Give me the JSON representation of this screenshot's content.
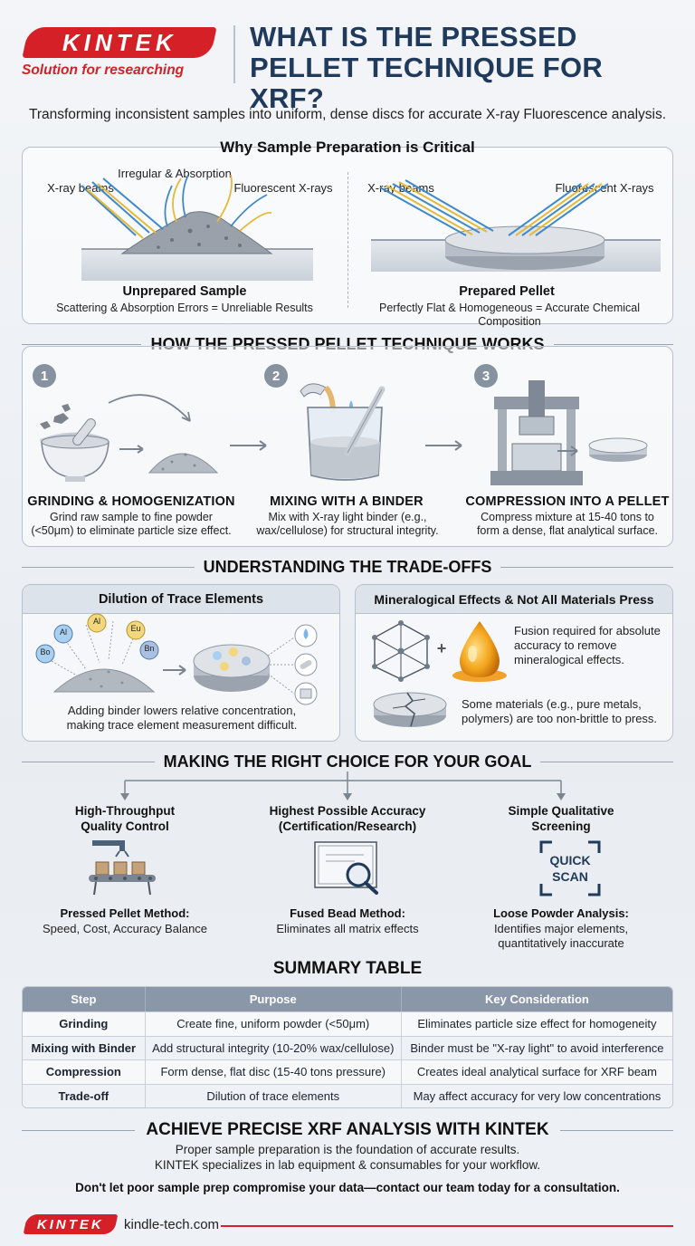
{
  "brand": {
    "logo": "KINTEK",
    "tagline": "Solution for researching",
    "url": "kindle-tech.com",
    "accent": "#d52027",
    "navy": "#1f3a5a"
  },
  "title": "WHAT IS THE PRESSED PELLET TECHNIQUE FOR XRF?",
  "subtitle": "Transforming inconsistent samples into uniform, dense discs for accurate X-ray Fluorescence analysis.",
  "why": {
    "heading": "Why Sample Preparation is Critical",
    "left": {
      "label_beams": "X-ray beams",
      "label_irregular": "Irregular & Absorption",
      "label_fluor": "Fluorescent X-rays",
      "title": "Unprepared Sample",
      "caption": "Scattering & Absorption Errors = Unreliable Results"
    },
    "right": {
      "label_beams": "X-ray beams",
      "label_fluor": "Fluorescent X-rays",
      "title": "Prepared Pellet",
      "caption": "Perfectly Flat & Homogeneous = Accurate Chemical Composition"
    }
  },
  "how": {
    "heading": "HOW THE PRESSED PELLET TECHNIQUE WORKS",
    "steps": [
      {
        "num": "1",
        "title": "GRINDING & HOMOGENIZATION",
        "line1": "Grind raw sample to fine powder",
        "line2": "(<50μm) to eliminate particle size effect."
      },
      {
        "num": "2",
        "title": "MIXING WITH A BINDER",
        "line1": "Mix with X-ray light binder (e.g.,",
        "line2": "wax/cellulose) for structural integrity."
      },
      {
        "num": "3",
        "title": "COMPRESSION INTO A PELLET",
        "line1": "Compress mixture at 15-40 tons to",
        "line2": "form a dense, flat analytical surface."
      }
    ]
  },
  "tradeoffs": {
    "heading": "UNDERSTANDING THE TRADE-OFFS",
    "dilution": {
      "title": "Dilution of Trace Elements",
      "elements": [
        "Al",
        "Al",
        "Eu",
        "Bo",
        "Bn"
      ],
      "line1": "Adding binder lowers relative concentration,",
      "line2": "making trace element measurement difficult."
    },
    "mineral": {
      "title": "Mineralogical Effects & Not All Materials Press",
      "plus": "+",
      "fusion": [
        "Fusion required for absolute",
        "accuracy to remove",
        "mineralogical effects."
      ],
      "materials": [
        "Some materials (e.g., pure metals,",
        "polymers) are too non-brittle to press."
      ]
    }
  },
  "choice": {
    "heading": "MAKING THE RIGHT CHOICE FOR YOUR GOAL",
    "options": [
      {
        "title1": "High-Throughput",
        "title2": "Quality Control",
        "method": "Pressed Pellet Method:",
        "desc1": "Speed, Cost, Accuracy Balance",
        "desc2": ""
      },
      {
        "title1": "Highest Possible Accuracy",
        "title2": "(Certification/Research)",
        "method": "Fused Bead Method:",
        "desc1": "Eliminates all matrix effects",
        "desc2": ""
      },
      {
        "title1": "Simple Qualitative",
        "title2": "Screening",
        "method": "Loose Powder Analysis:",
        "desc1": "Identifies major elements,",
        "desc2": "quantitatively inaccurate",
        "icon_text1": "QUICK",
        "icon_text2": "SCAN"
      }
    ]
  },
  "summary": {
    "heading": "SUMMARY TABLE",
    "columns": [
      "Step",
      "Purpose",
      "Key Consideration"
    ],
    "rows": [
      [
        "Grinding",
        "Create fine, uniform powder (<50μm)",
        "Eliminates particle size effect for homogeneity"
      ],
      [
        "Mixing with Binder",
        "Add structural integrity (10-20% wax/cellulose)",
        "Binder must be \"X-ray light\" to avoid interference"
      ],
      [
        "Compression",
        "Form dense, flat disc (15-40 tons pressure)",
        "Creates ideal analytical surface for XRF beam"
      ],
      [
        "Trade-off",
        "Dilution of trace elements",
        "May affect accuracy for very low concentrations"
      ]
    ]
  },
  "cta": {
    "title": "ACHIEVE PRECISE XRF ANALYSIS WITH KINTEK",
    "line1": "Proper sample preparation is the foundation of accurate results.",
    "line2": "KINTEK specializes in lab equipment & consumables for your workflow.",
    "bold": "Don't let poor sample prep compromise your data—contact our team today for a consultation."
  }
}
